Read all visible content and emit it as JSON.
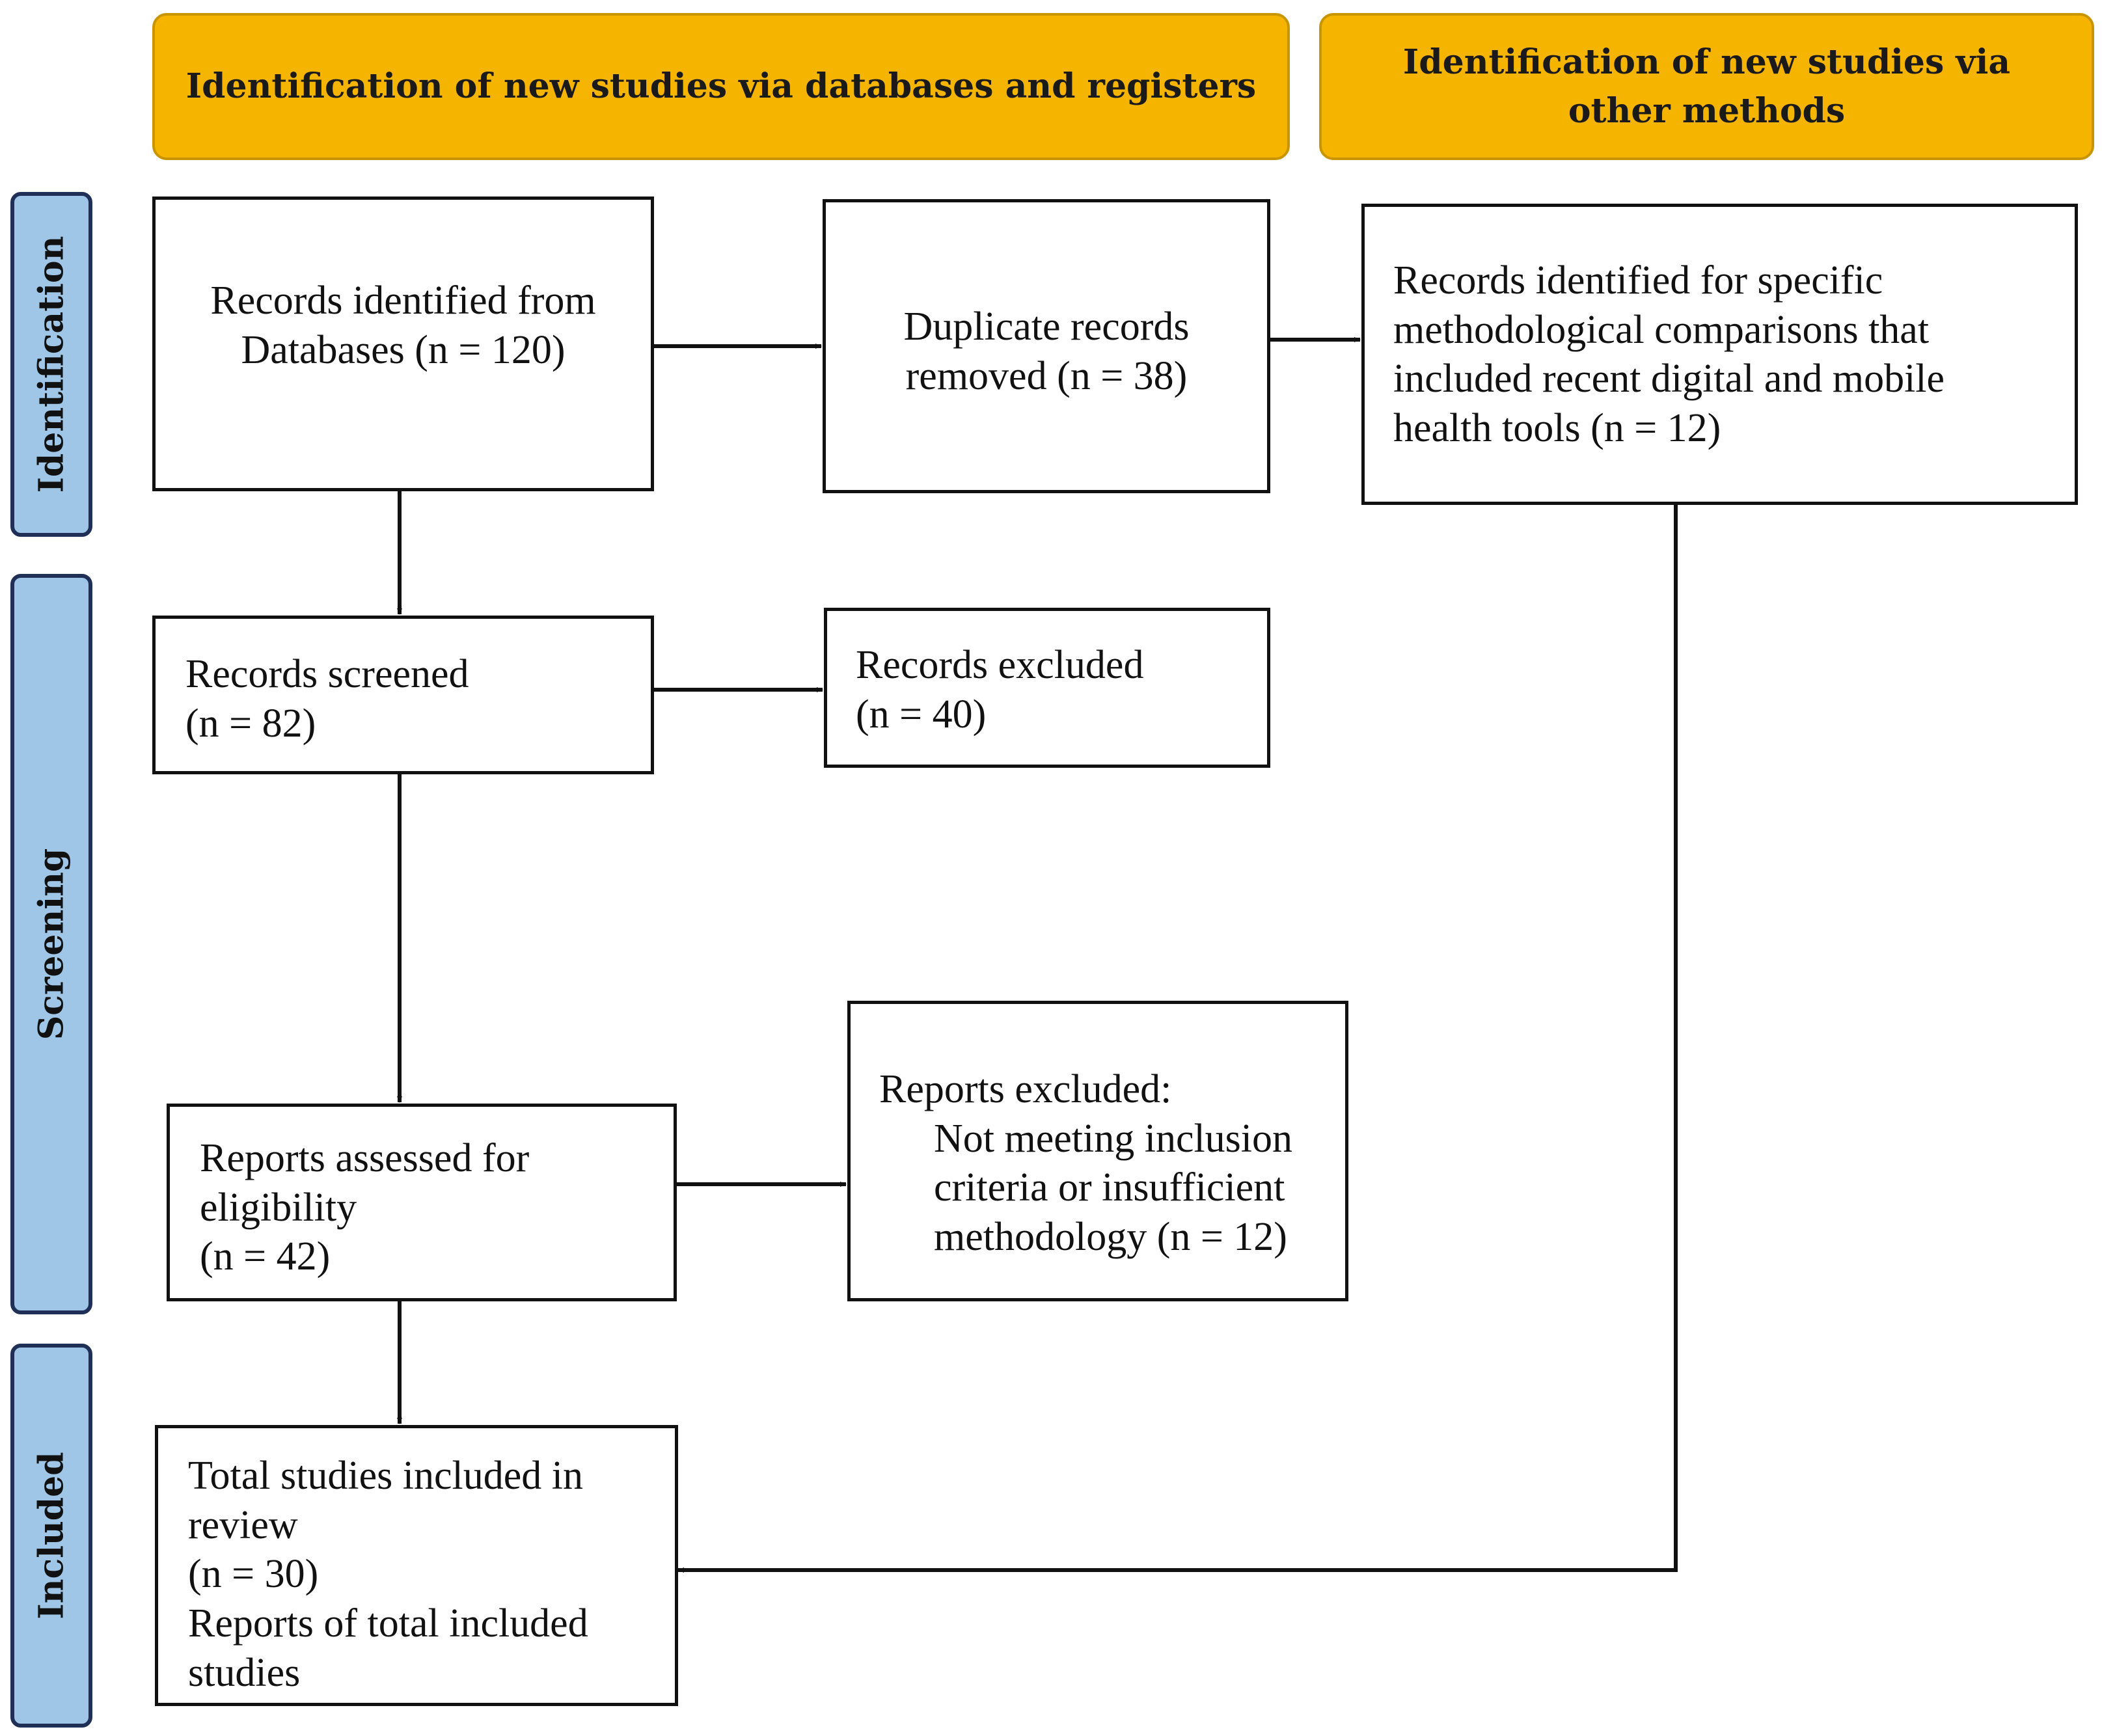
{
  "headers": {
    "databases": "Identification of new studies via databases and registers",
    "other_methods": "Identification of new studies via other methods"
  },
  "phases": {
    "identification": "Identification",
    "screening": "Screening",
    "included": "Included"
  },
  "boxes": {
    "records_identified": [
      "Records identified from",
      "Databases (n = 120)"
    ],
    "duplicates_removed": [
      "Duplicate records",
      "removed (n = 38)"
    ],
    "other_methods_records": [
      "Records identified for specific",
      "methodological comparisons that",
      "included recent digital and mobile",
      "health tools (n = 12)"
    ],
    "records_screened": [
      "Records screened",
      "(n = 82)"
    ],
    "records_excluded": [
      "Records excluded",
      "(n = 40)"
    ],
    "reports_assessed": [
      "Reports assessed for",
      "eligibility",
      "(n = 42)"
    ],
    "reports_excluded_title": "Reports excluded:",
    "reports_excluded_reason": [
      "Not meeting inclusion",
      "criteria or insufficient",
      "methodology (n = 12)"
    ],
    "total_included": [
      "Total studies included in",
      "review",
      "(n = 30)",
      "Reports of total included",
      "studies"
    ]
  },
  "colors": {
    "header_fill": "#f5b400",
    "phase_fill": "#9fc6e7",
    "phase_border": "#1f2f55",
    "line": "#111111"
  }
}
